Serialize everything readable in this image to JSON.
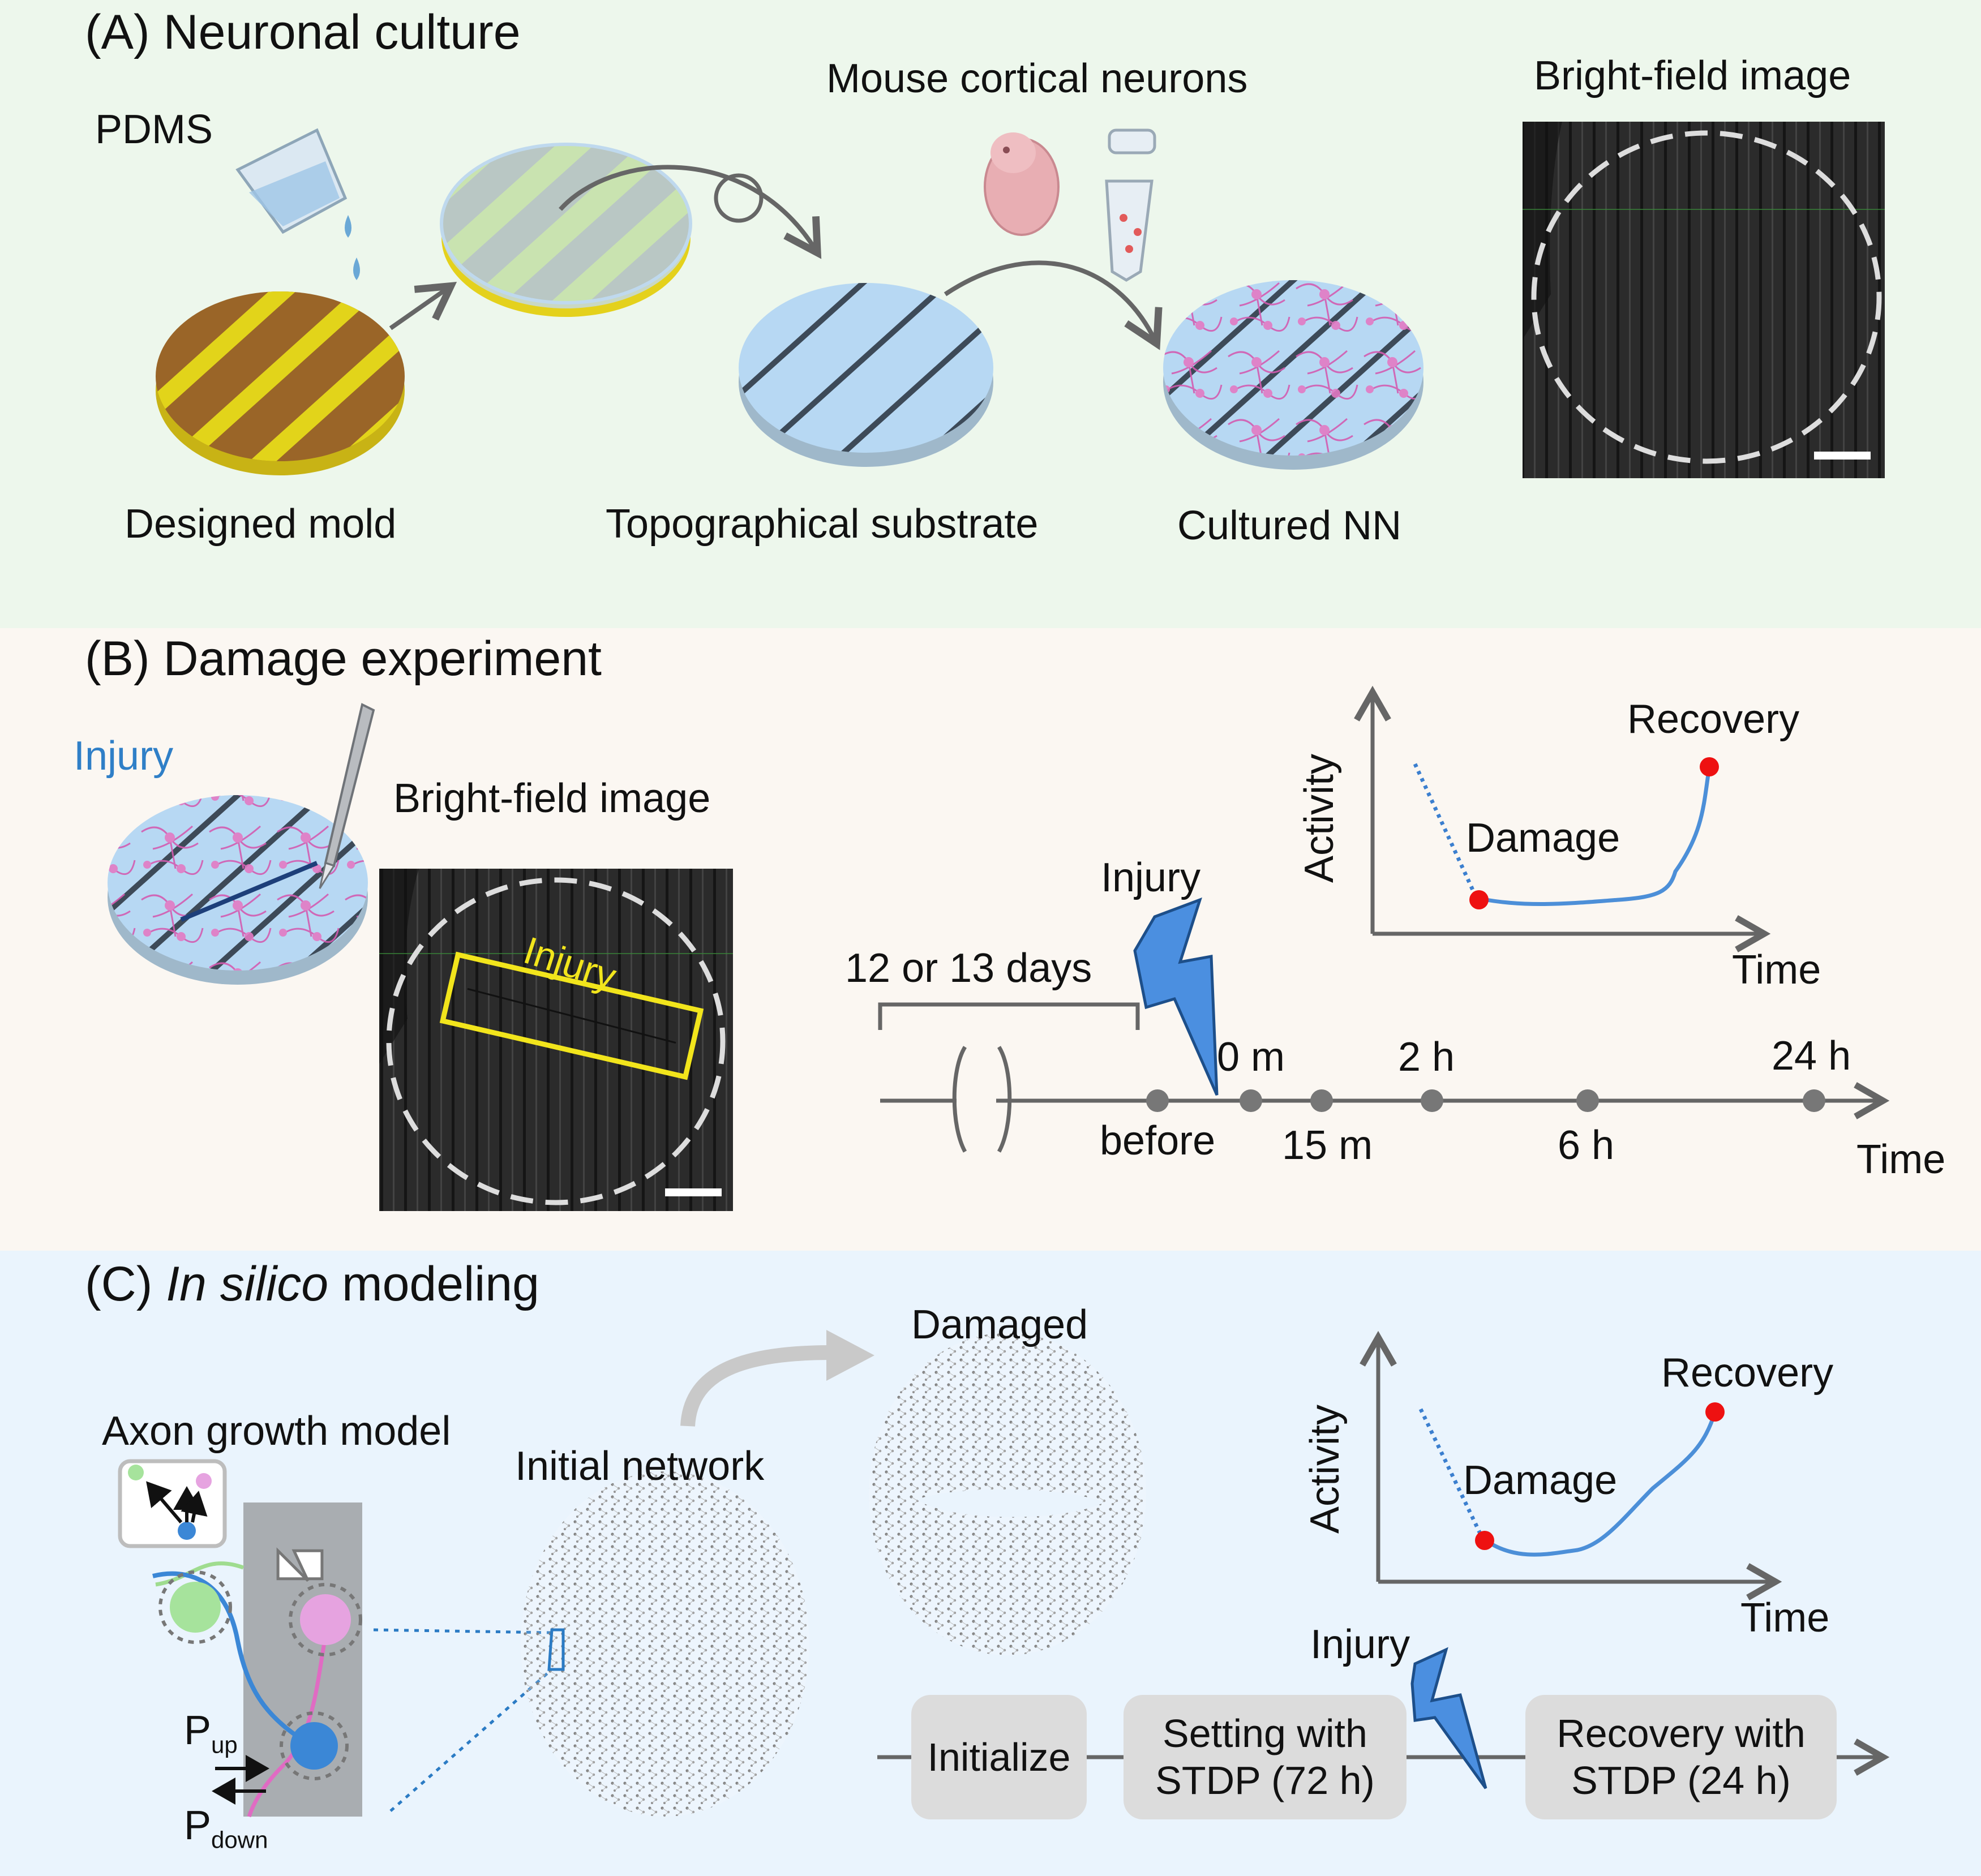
{
  "panel_a": {
    "title": "(A) Neuronal culture",
    "pdms": "PDMS",
    "designed_mold": "Designed mold",
    "topographical_substrate": "Topographical substrate",
    "mouse_neurons": "Mouse cortical neurons",
    "cultured_nn": "Cultured NN",
    "bright_field": "Bright-field image"
  },
  "panel_b": {
    "title": "(B) Damage experiment",
    "injury": "Injury",
    "bright_field": "Bright-field image",
    "image_injury": "Injury",
    "graph": {
      "y_label": "Activity",
      "x_label": "Time",
      "damage": "Damage",
      "recovery": "Recovery"
    },
    "timeline": {
      "days": "12 or 13 days",
      "injury": "Injury",
      "top_ticks": [
        "0 m",
        "2 h",
        "24 h"
      ],
      "bottom_ticks": [
        "before",
        "15 m",
        "6 h"
      ],
      "axis": "Time"
    }
  },
  "panel_c": {
    "title_prefix": "(C) ",
    "title_italic": "In silico",
    "title_suffix": " modeling",
    "axon_model": "Axon growth model",
    "p_up": "P",
    "p_up_sub": "up",
    "p_down": "P",
    "p_down_sub": "down",
    "initial_network": "Initial network",
    "damaged": "Damaged",
    "graph": {
      "y_label": "Activity",
      "x_label": "Time",
      "damage": "Damage",
      "recovery": "Recovery"
    },
    "pipeline": {
      "initialize": "Initialize",
      "setting_line1": "Setting with",
      "setting_line2": "STDP (72 h)",
      "injury": "Injury",
      "recovery_line1": "Recovery with",
      "recovery_line2": "STDP (24 h)"
    }
  },
  "colors": {
    "green_bg": "#edf7ec",
    "beige_bg": "#fbf7f2",
    "blue_bg": "#eaf4fd",
    "accent_blue": "#2f7fc7",
    "neuron_pink": "#d35bb0",
    "red_dot": "#ee1111",
    "mold_brown": "#9a6528",
    "mold_yellow": "#e2d41a"
  }
}
